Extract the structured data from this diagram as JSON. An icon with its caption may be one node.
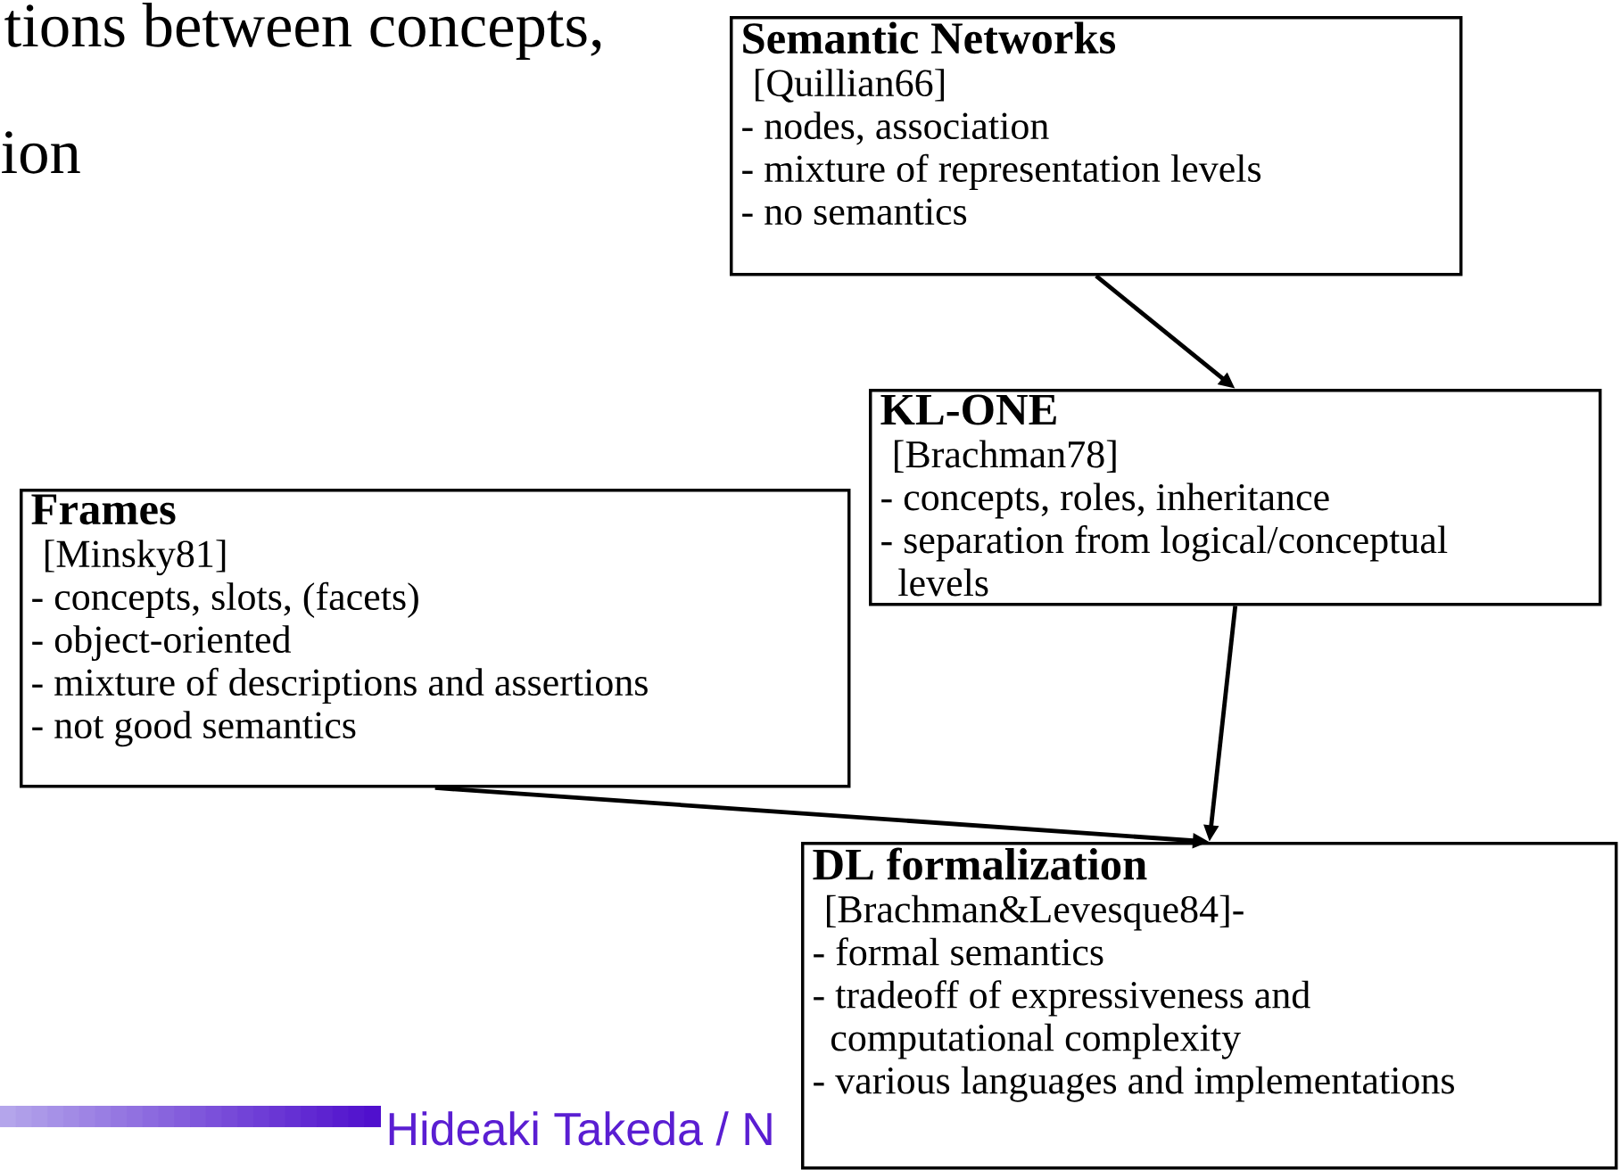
{
  "diagram": {
    "nodes": [
      {
        "text": [
          "Semantic Networks",
          "[Quillian66]",
          "- nodes, association",
          "- mixture of representation levels",
          "- no semantics"
        ]
      },
      {
        "text": [
          "KL-ONE",
          "[Brachman78]",
          "- concepts, roles, inheritance",
          "- separation from logical/conceptual levels"
        ]
      },
      {
        "text": [
          "Frames",
          "[Minsky81]",
          "- concepts, slots, (facets)",
          "- object-oriented",
          "- mixture of descriptions and assertions",
          "- not good semantics"
        ]
      },
      {
        "text": [
          "DL formalization",
          "[Brachman&Levesque84]-",
          "- formal semantics",
          "- tradeoff of expressiveness and computational complexity",
          "- various languages and implementations"
        ]
      }
    ],
    "edges": [
      {
        "from": 0,
        "to": 1,
        "arrow": "to"
      },
      {
        "from": 1,
        "to": 3,
        "arrow": "to"
      },
      {
        "from": 2,
        "to": 3,
        "arrow": "to"
      }
    ],
    "labels": [
      "tions between concepts,",
      "ion",
      "Hideaki Takeda / N"
    ]
  }
}
